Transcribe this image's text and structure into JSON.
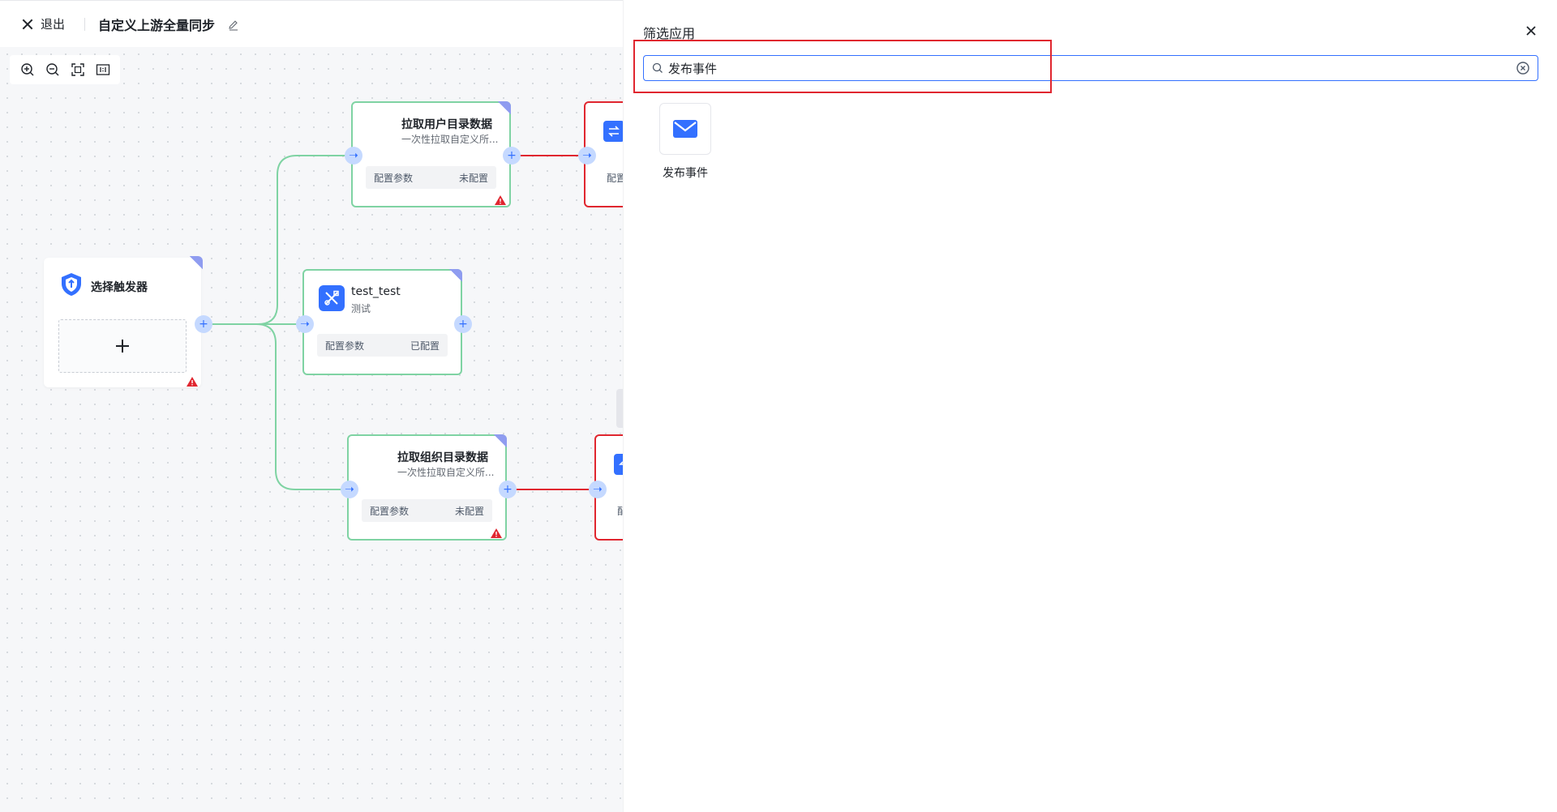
{
  "header": {
    "exit_label": "退出",
    "flow_title": "自定义上游全量同步"
  },
  "canvas": {
    "zoom_tools": [
      "zoom-in-icon",
      "zoom-out-icon",
      "fit-view-icon",
      "actual-size-icon"
    ],
    "trigger": {
      "title": "选择触发器"
    },
    "nodes": [
      {
        "title": "拉取用户目录数据",
        "subtitle": "一次性拉取自定义所...",
        "config_label": "配置参数",
        "status": "未配置",
        "configured": false
      },
      {
        "title": "test_test",
        "subtitle": "测试",
        "config_label": "配置参数",
        "status": "已配置",
        "configured": true
      },
      {
        "title": "拉取组织目录数据",
        "subtitle": "一次性拉取自定义所...",
        "config_label": "配置参数",
        "status": "未配置",
        "configured": false
      }
    ],
    "right_nodes": [
      {
        "config_label_partial": "配置"
      },
      {
        "config_label_partial": "配"
      }
    ]
  },
  "drawer": {
    "title": "筛选应用",
    "search_value": "发布事件",
    "results": [
      {
        "label": "发布事件",
        "icon": "mail-icon"
      }
    ]
  },
  "colors": {
    "accent": "#3370ff",
    "success_edge": "#7fd3a3",
    "error": "#e0262f",
    "port": "#c5d9ff"
  }
}
